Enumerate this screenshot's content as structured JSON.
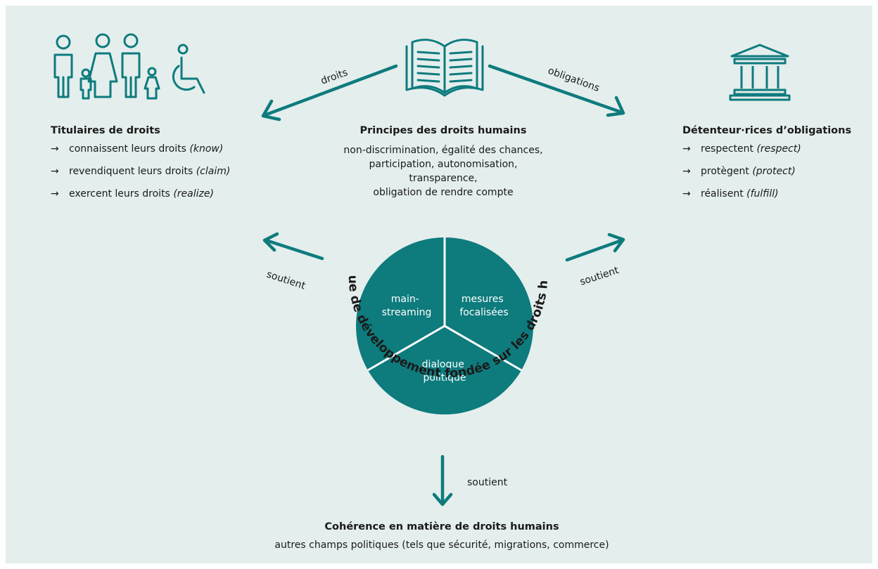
{
  "left": {
    "title": "Titulaires de droits",
    "items": [
      {
        "arrow": "→",
        "text": "connaissent leurs droits ",
        "em": "(know)"
      },
      {
        "arrow": "→",
        "text": "revendiquent leurs droits ",
        "em": "(claim)"
      },
      {
        "arrow": "→",
        "text": "exercent leurs droits ",
        "em": "(realize)"
      }
    ]
  },
  "center": {
    "title": "Principes des droits humains",
    "lines": [
      "non-discrimination, égalité des chances,",
      "participation, autonomisation,",
      "transparence,",
      "obligation de rendre compte"
    ]
  },
  "right": {
    "title": "Détenteur·rices d’obligations",
    "items": [
      {
        "arrow": "→",
        "text": "respectent ",
        "em": "(respect)"
      },
      {
        "arrow": "→",
        "text": "protègent ",
        "em": "(protect)"
      },
      {
        "arrow": "→",
        "text": "réalisent ",
        "em": "(fulfill)"
      }
    ]
  },
  "arrows": {
    "droits": "droits",
    "obligations": "obligations",
    "soutient_left": "soutient",
    "soutient_right": "soutient",
    "soutient_down": "soutient"
  },
  "pie": {
    "seg_left": [
      "main-",
      "streaming"
    ],
    "seg_right": [
      "mesures",
      "focalisées"
    ],
    "seg_bottom": [
      "dialogue",
      "politique"
    ]
  },
  "arc_text": "Politique de développement fondée sur les droits humains",
  "bottom": {
    "title": "Cohérence en matière de droits humains",
    "subtitle": "autres champs politiques (tels que sécurité, migrations, commerce)"
  },
  "icons": {
    "family": "family-icon",
    "book": "open-book-icon",
    "institution": "institution-building-icon"
  },
  "colors": {
    "background": "#e4eeed",
    "teal": "#0e7b7d"
  }
}
